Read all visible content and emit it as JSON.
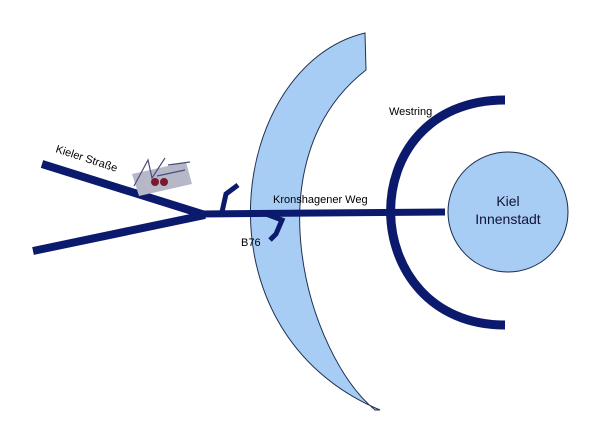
{
  "map": {
    "labels": {
      "kieler_strasse": "Kieler Straße",
      "westring": "Westring",
      "kronshagener_weg": "Kronshagener Weg",
      "b76": "B76",
      "kiel_line1": "Kiel",
      "kiel_line2": "Innenstadt"
    },
    "colors": {
      "road": "#0b1a6c",
      "bypass_fill": "#a8cdf5",
      "bypass_stroke": "#203050",
      "city_fill": "#a8cdf5",
      "sign_bg": "#b6b8c8",
      "sign_mark": "#7a1830"
    },
    "icons": [
      "railway-station-sign-icon"
    ]
  }
}
